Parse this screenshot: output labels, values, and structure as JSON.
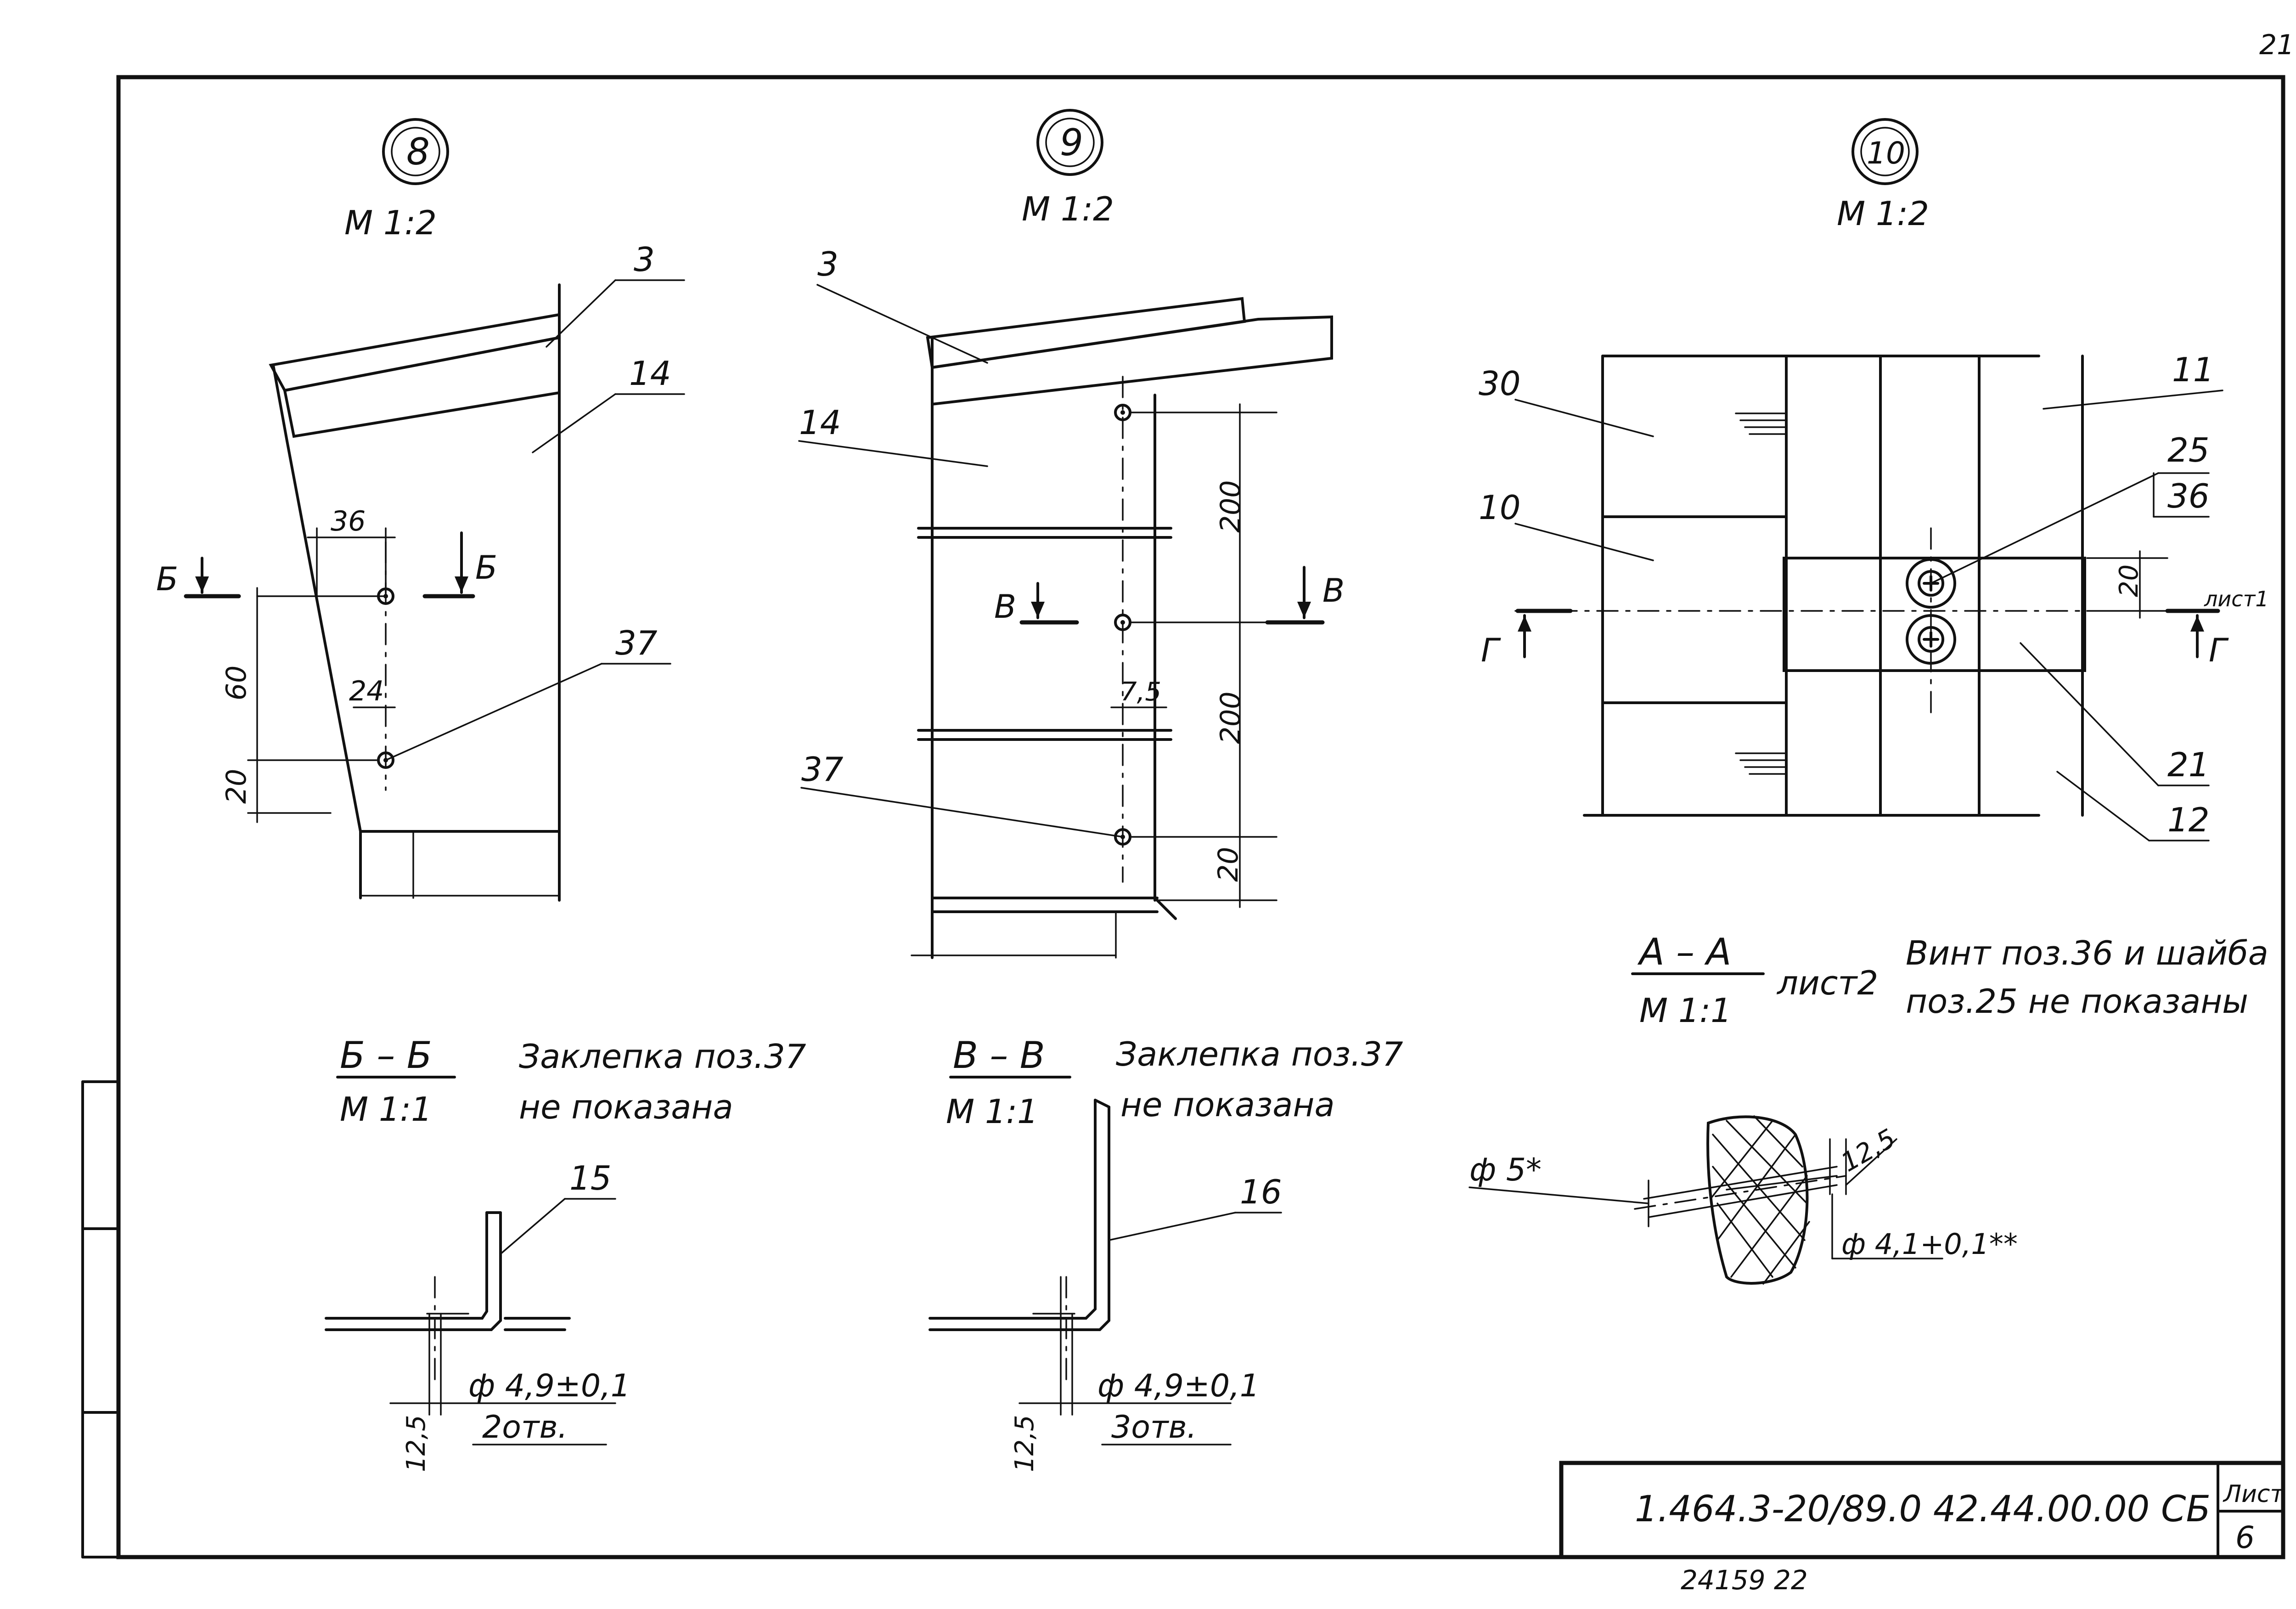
{
  "sheet": {
    "page_number": "21",
    "designation": "1.464.3-20/89.0   42.44.00.00 СБ",
    "sheet_label": "Лист",
    "sheet_number": "6",
    "inventory_number": "24159 22"
  },
  "views": {
    "view8": {
      "number": "8",
      "scale": "М 1:2",
      "callouts": {
        "c3": "3",
        "c14": "14",
        "c37": "37"
      },
      "dims": {
        "d36": "36",
        "d24": "24",
        "d60": "60",
        "d20": "20"
      },
      "section_letter": "Б"
    },
    "view9": {
      "number": "9",
      "scale": "М 1:2",
      "callouts": {
        "c3": "3",
        "c14": "14",
        "c37": "37"
      },
      "dims": {
        "d200a": "200",
        "d200b": "200",
        "d20": "20",
        "d75": "7,5"
      },
      "section_letter": "В"
    },
    "view10": {
      "number": "10",
      "scale": "М 1:2",
      "callouts": {
        "c30": "30",
        "c10": "10",
        "c11": "11",
        "c25": "25",
        "c36": "36",
        "c21": "21",
        "c12": "12"
      },
      "dims": {
        "d20": "20"
      },
      "section_letter": "Г",
      "sheet_ref": "лист1"
    }
  },
  "sections": {
    "bb": {
      "title": "Б – Б",
      "scale": "М 1:1",
      "note_line1": "Заклепка поз.37",
      "note_line2": "не показана",
      "callout": "15",
      "dia": "ф 4,9±0,1",
      "holes": "2отв.",
      "offset": "12,5"
    },
    "vv": {
      "title": "В – В",
      "scale": "М 1:1",
      "note_line1": "Заклепка поз.37",
      "note_line2": "не показана",
      "callout": "16",
      "dia": "ф 4,9±0,1",
      "holes": "3отв.",
      "offset": "12,5"
    },
    "aa": {
      "title": "А – А",
      "scale": "М 1:1",
      "sheet_ref": "лист2",
      "note_line1": "Винт поз.36 и шайба",
      "note_line2": "поз.25 не показаны",
      "dia_outer": "ф 5*",
      "dia_inner": "ф 4,1+0,1**",
      "offset": "12,5"
    }
  }
}
